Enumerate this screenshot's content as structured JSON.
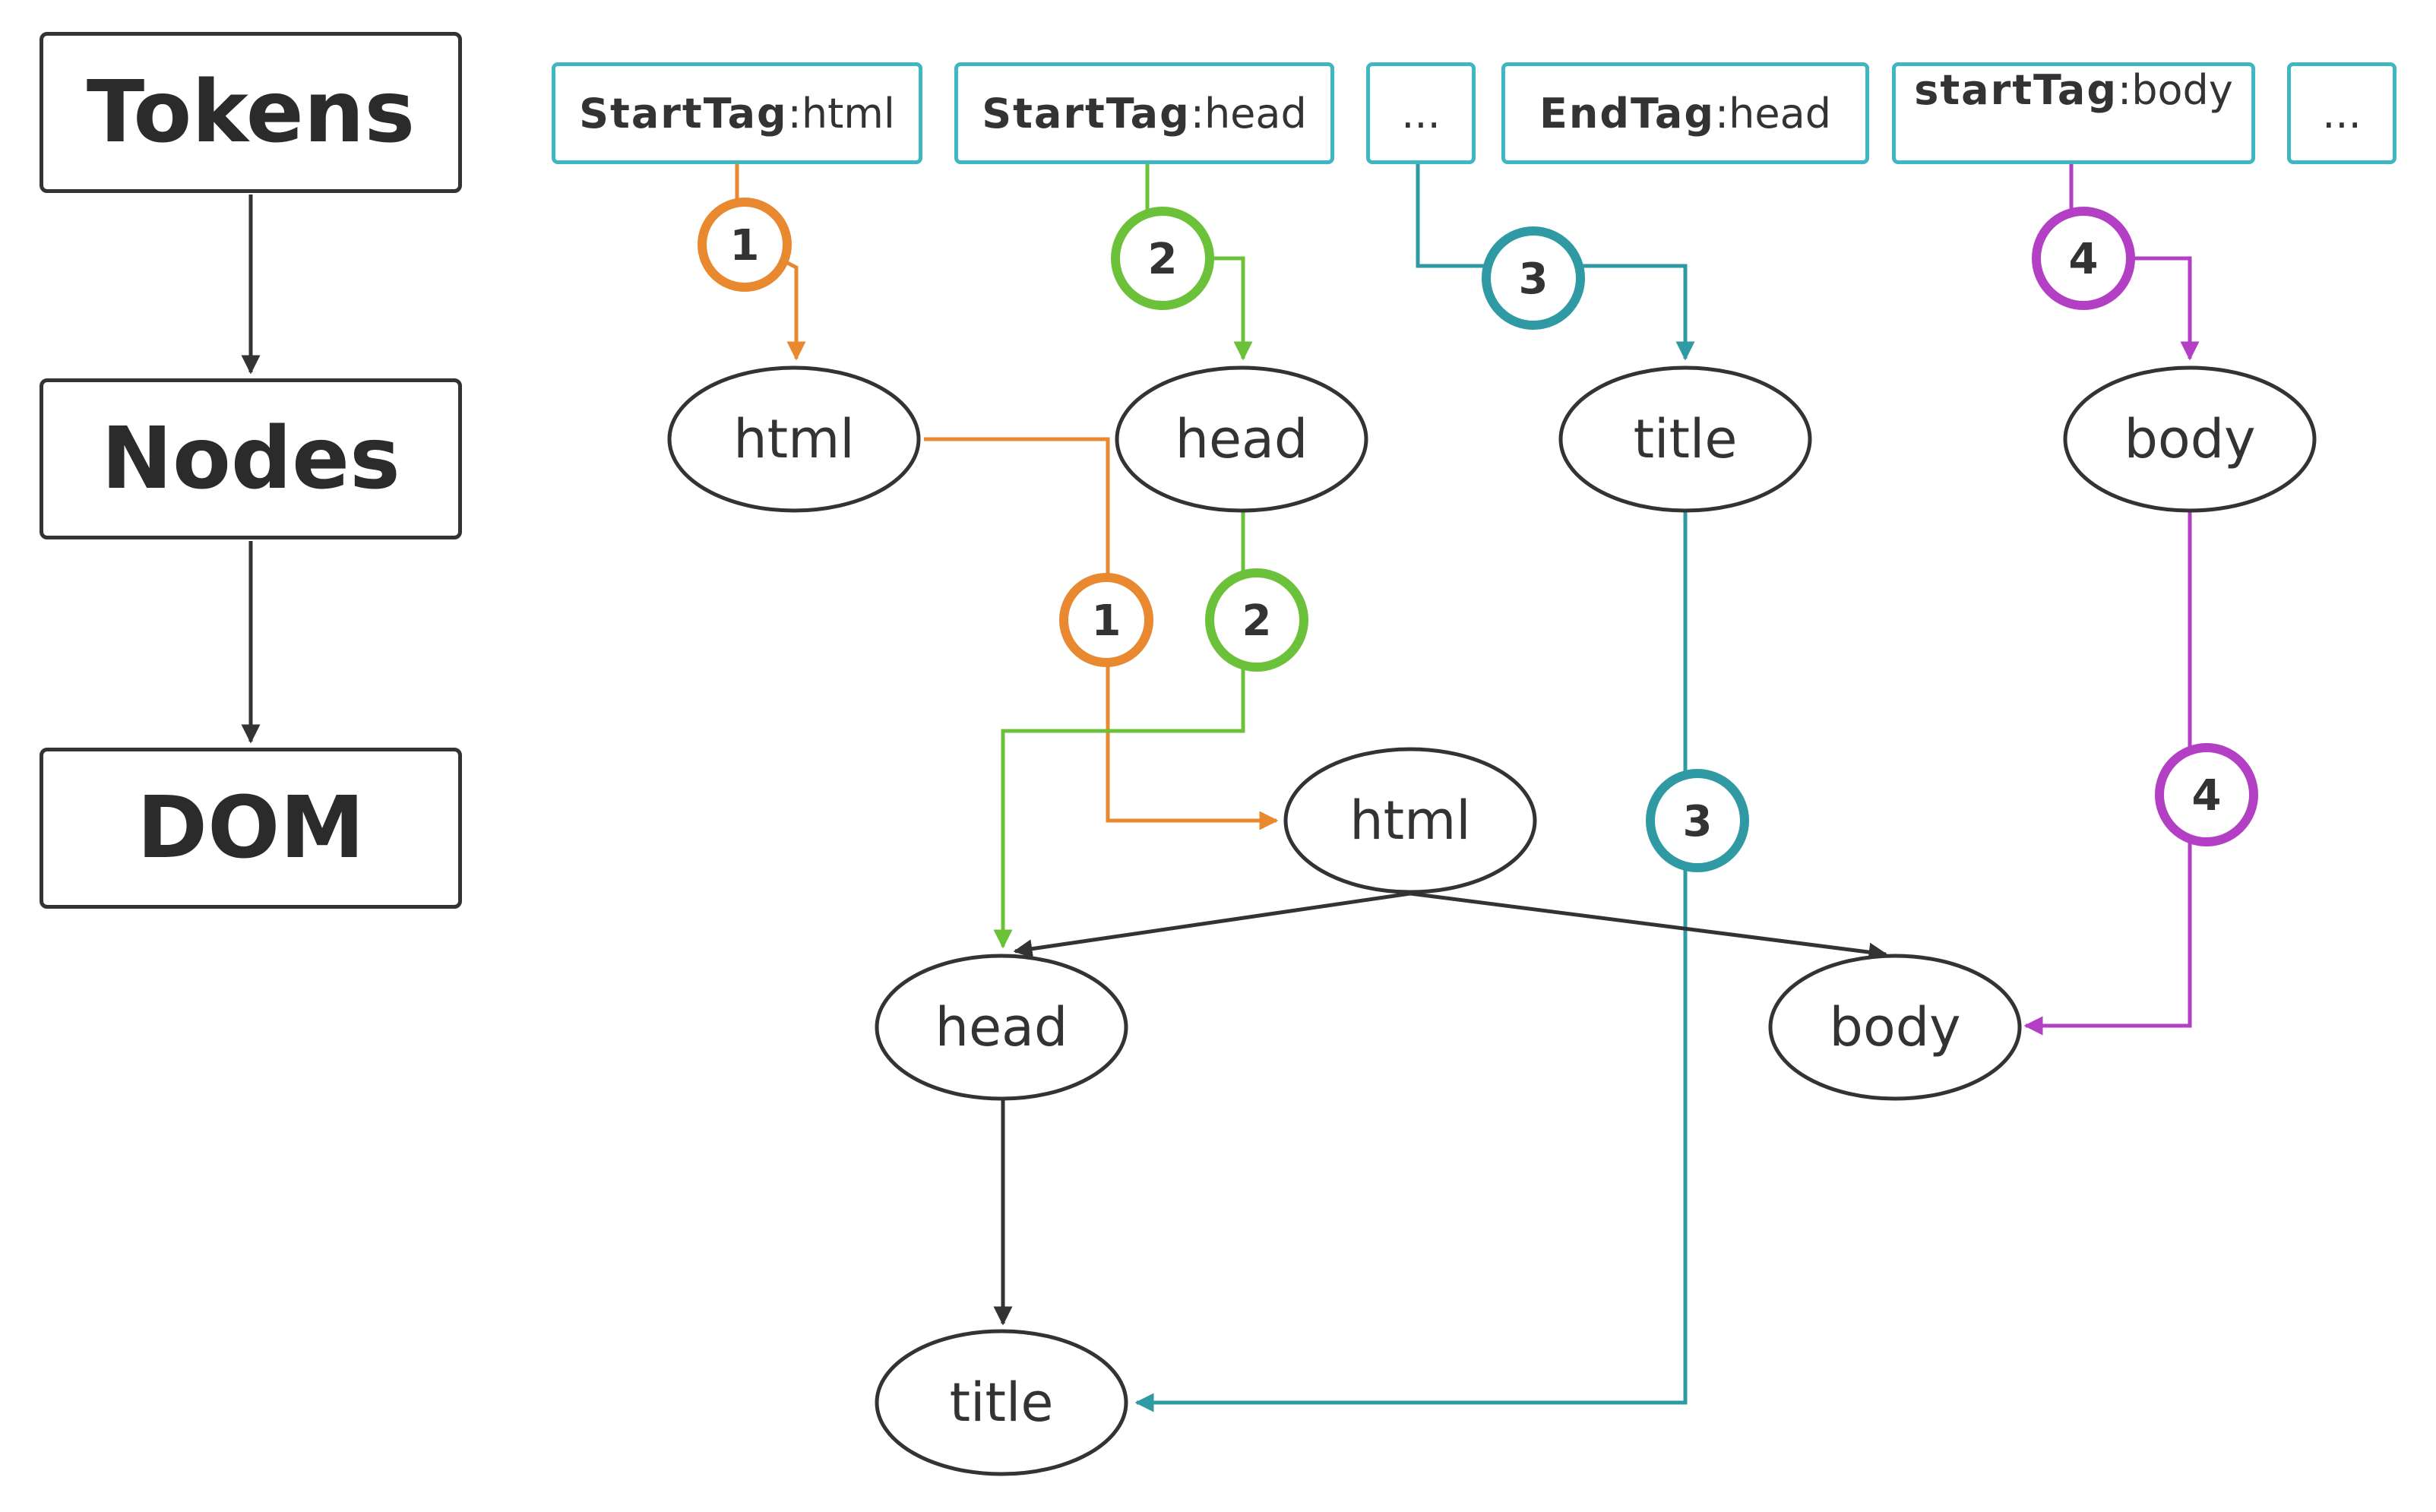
{
  "stages": {
    "tokens": "Tokens",
    "nodes": "Nodes",
    "dom": "DOM"
  },
  "tokens": [
    {
      "kw": "StartTag",
      "val": ":html"
    },
    {
      "kw": "StartTag",
      "val": ":head"
    },
    {
      "kw": "",
      "val": "..."
    },
    {
      "kw": "EndTag",
      "val": ":head"
    },
    {
      "kw": "startTag",
      "val": ":body"
    },
    {
      "kw": "",
      "val": "..."
    }
  ],
  "nodes": {
    "html": "html",
    "head": "head",
    "title": "title",
    "body": "body"
  },
  "dom": {
    "html": "html",
    "head": "head",
    "body": "body",
    "title": "title"
  },
  "badges": {
    "one": "1",
    "two": "2",
    "three": "3",
    "four": "4"
  },
  "colors": {
    "orange": "#e8892f",
    "green": "#6cc13a",
    "teal": "#2f9aa3",
    "purple": "#b23fc4",
    "dark": "#333333",
    "token_border": "#3fb6c2"
  }
}
